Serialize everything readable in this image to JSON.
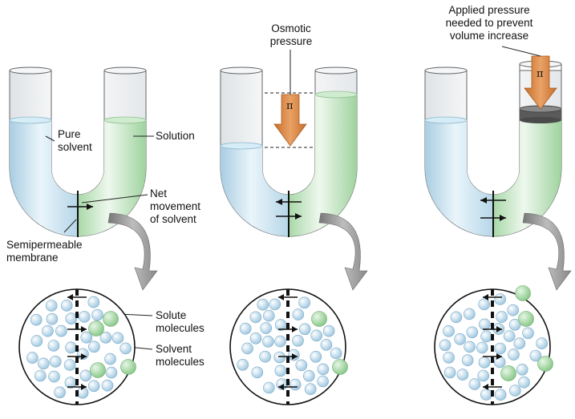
{
  "labels": {
    "pure_solvent": "Pure\nsolvent",
    "solution": "Solution",
    "net_movement": "Net\nmovement\nof solvent",
    "semipermeable": "Semipermeable\nmembrane",
    "solute_molecules": "Solute\nmolecules",
    "solvent_molecules": "Solvent\nmolecules",
    "osmotic_pressure": "Osmotic\npressure",
    "applied_pressure": "Applied pressure\nneeded to prevent\nvolume increase",
    "pi": "π"
  },
  "colors": {
    "solvent_liquid": "#cfe6f2",
    "solution_liquid": "#bfe3bf",
    "solvent_molecule": "#b9d8ec",
    "solute_molecule": "#9fd39f",
    "pressure_arrow": "#d9843f",
    "curved_arrow": "#8a8a8a",
    "piston": "#5a5a5a"
  },
  "icons": [
    "pressure-arrow-icon",
    "curved-arrow-icon",
    "membrane-arrow-icon"
  ]
}
